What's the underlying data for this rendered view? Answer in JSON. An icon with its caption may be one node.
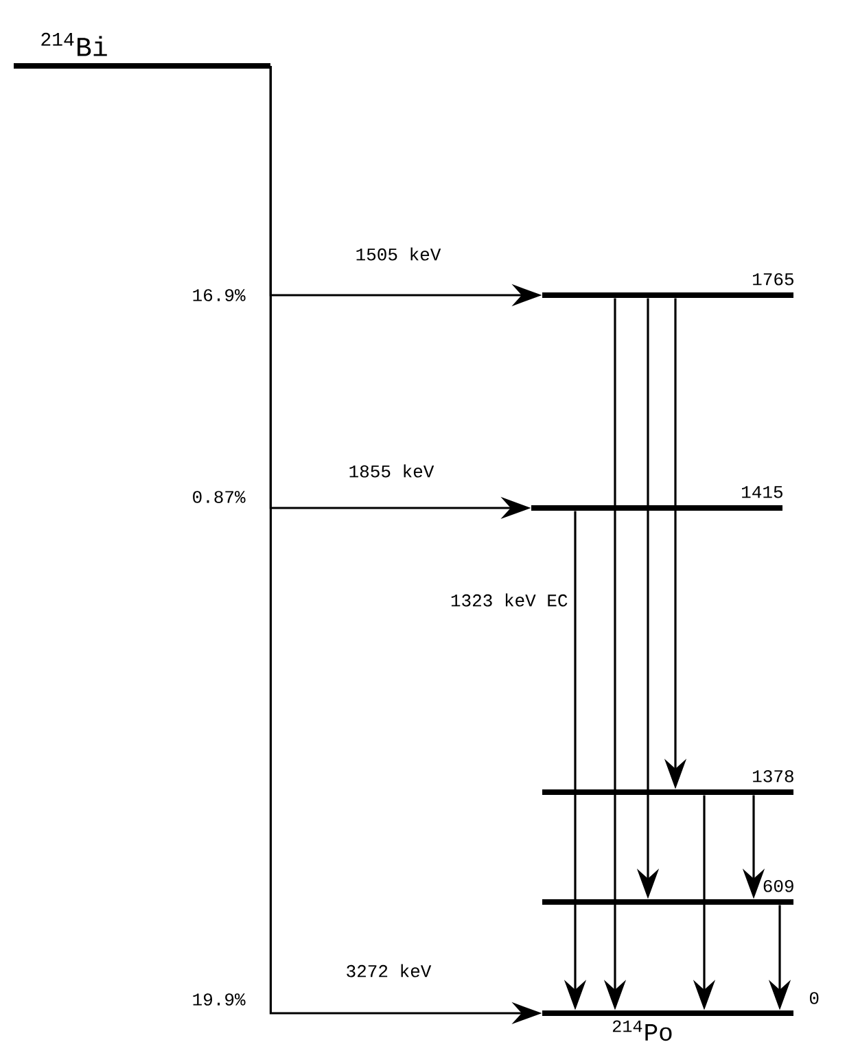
{
  "diagram": {
    "nodes": [
      {
        "text": [
          "$^{214}$Bi"
        ]
      },
      {
        "text": [
          "1765"
        ]
      },
      {
        "text": [
          "1415"
        ]
      },
      {
        "text": [
          "1378"
        ]
      },
      {
        "text": [
          "609"
        ]
      },
      {
        "text": [
          "0",
          "$^{214}$Po"
        ]
      }
    ],
    "edges": [
      {
        "from": 0,
        "to": 1,
        "arrow": "to",
        "label": "1505 keV"
      },
      {
        "from": 0,
        "to": 2,
        "arrow": "to",
        "label": "1855 keV"
      },
      {
        "from": 0,
        "to": 5,
        "arrow": "to",
        "label": "3272 keV"
      },
      {
        "from": 1,
        "to": 3,
        "arrow": "to"
      },
      {
        "from": 1,
        "to": 4,
        "arrow": "to"
      },
      {
        "from": 1,
        "to": 5,
        "arrow": "to"
      },
      {
        "from": 2,
        "to": 5,
        "arrow": "to"
      },
      {
        "from": 3,
        "to": 4,
        "arrow": "to"
      },
      {
        "from": 3,
        "to": 5,
        "arrow": "to"
      },
      {
        "from": 4,
        "to": 5,
        "arrow": "to"
      }
    ],
    "labels": [
      "16.9%",
      "0.87%",
      "1323 keV EC",
      "19.9%"
    ]
  }
}
